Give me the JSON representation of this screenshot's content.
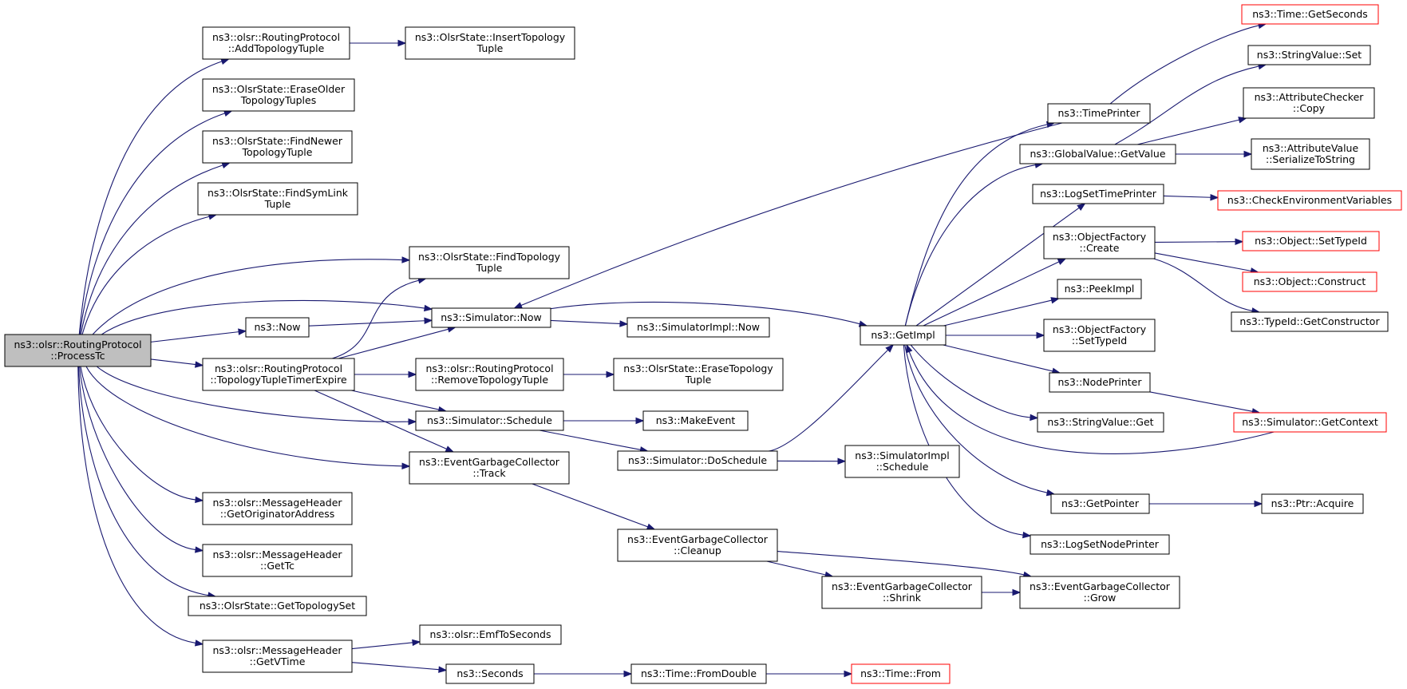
{
  "diagram": {
    "type": "call-graph",
    "colors": {
      "edge": "#191970",
      "root_fill": "#bfbfbf",
      "truncated_border": "#ff0000",
      "node_border": "#000000"
    },
    "nodes": [
      {
        "id": "processTc",
        "lines": [
          "ns3::olsr::RoutingProtocol",
          "::ProcessTc"
        ],
        "root": true
      },
      {
        "id": "addTopologyTuple",
        "lines": [
          "ns3::olsr::RoutingProtocol",
          "::AddTopologyTuple"
        ]
      },
      {
        "id": "insertTopologyTuple",
        "lines": [
          "ns3::OlsrState::InsertTopology",
          "Tuple"
        ]
      },
      {
        "id": "eraseOlderTopologyTuples",
        "lines": [
          "ns3::OlsrState::EraseOlder",
          "TopologyTuples"
        ]
      },
      {
        "id": "findNewerTopologyTuple",
        "lines": [
          "ns3::OlsrState::FindNewer",
          "TopologyTuple"
        ]
      },
      {
        "id": "findSymLinkTuple",
        "lines": [
          "ns3::OlsrState::FindSymLink",
          "Tuple"
        ]
      },
      {
        "id": "findTopologyTuple",
        "lines": [
          "ns3::OlsrState::FindTopology",
          "Tuple"
        ]
      },
      {
        "id": "now",
        "lines": [
          "ns3::Now"
        ]
      },
      {
        "id": "simulatorNow",
        "lines": [
          "ns3::Simulator::Now"
        ]
      },
      {
        "id": "simulatorImplNow",
        "lines": [
          "ns3::SimulatorImpl::Now"
        ]
      },
      {
        "id": "topologyTupleTimerExpire",
        "lines": [
          "ns3::olsr::RoutingProtocol",
          "::TopologyTupleTimerExpire"
        ]
      },
      {
        "id": "removeTopologyTuple",
        "lines": [
          "ns3::olsr::RoutingProtocol",
          "::RemoveTopologyTuple"
        ]
      },
      {
        "id": "eraseTopologyTuple",
        "lines": [
          "ns3::OlsrState::EraseTopology",
          "Tuple"
        ]
      },
      {
        "id": "simulatorSchedule",
        "lines": [
          "ns3::Simulator::Schedule"
        ]
      },
      {
        "id": "makeEvent",
        "lines": [
          "ns3::MakeEvent"
        ]
      },
      {
        "id": "doSchedule",
        "lines": [
          "ns3::Simulator::DoSchedule"
        ]
      },
      {
        "id": "simulatorImplSchedule",
        "lines": [
          "ns3::SimulatorImpl",
          "::Schedule"
        ]
      },
      {
        "id": "egcTrack",
        "lines": [
          "ns3::EventGarbageCollector",
          "::Track"
        ]
      },
      {
        "id": "egcCleanup",
        "lines": [
          "ns3::EventGarbageCollector",
          "::Cleanup"
        ]
      },
      {
        "id": "egcShrink",
        "lines": [
          "ns3::EventGarbageCollector",
          "::Shrink"
        ]
      },
      {
        "id": "egcGrow",
        "lines": [
          "ns3::EventGarbageCollector",
          "::Grow"
        ]
      },
      {
        "id": "getOriginatorAddress",
        "lines": [
          "ns3::olsr::MessageHeader",
          "::GetOriginatorAddress"
        ]
      },
      {
        "id": "getTc",
        "lines": [
          "ns3::olsr::MessageHeader",
          "::GetTc"
        ]
      },
      {
        "id": "getTopologySet",
        "lines": [
          "ns3::OlsrState::GetTopologySet"
        ]
      },
      {
        "id": "getVTime",
        "lines": [
          "ns3::olsr::MessageHeader",
          "::GetVTime"
        ]
      },
      {
        "id": "emfToSeconds",
        "lines": [
          "ns3::olsr::EmfToSeconds"
        ]
      },
      {
        "id": "seconds",
        "lines": [
          "ns3::Seconds"
        ]
      },
      {
        "id": "timeFromDouble",
        "lines": [
          "ns3::Time::FromDouble"
        ]
      },
      {
        "id": "timeFrom",
        "lines": [
          "ns3::Time::From"
        ],
        "truncated": true
      },
      {
        "id": "getImpl",
        "lines": [
          "ns3::GetImpl"
        ]
      },
      {
        "id": "timeGetSeconds",
        "lines": [
          "ns3::Time::GetSeconds"
        ],
        "truncated": true
      },
      {
        "id": "timePrinter",
        "lines": [
          "ns3::TimePrinter"
        ]
      },
      {
        "id": "stringValueSet",
        "lines": [
          "ns3::StringValue::Set"
        ]
      },
      {
        "id": "attributeCheckerCopy",
        "lines": [
          "ns3::AttributeChecker",
          "::Copy"
        ]
      },
      {
        "id": "globalValueGetValue",
        "lines": [
          "ns3::GlobalValue::GetValue"
        ]
      },
      {
        "id": "attributeValueSerialize",
        "lines": [
          "ns3::AttributeValue",
          "::SerializeToString"
        ]
      },
      {
        "id": "logSetTimePrinter",
        "lines": [
          "ns3::LogSetTimePrinter"
        ]
      },
      {
        "id": "checkEnvVars",
        "lines": [
          "ns3::CheckEnvironmentVariables"
        ],
        "truncated": true
      },
      {
        "id": "objectFactoryCreate",
        "lines": [
          "ns3::ObjectFactory",
          "::Create"
        ]
      },
      {
        "id": "objectSetTypeId",
        "lines": [
          "ns3::Object::SetTypeId"
        ],
        "truncated": true
      },
      {
        "id": "objectConstruct",
        "lines": [
          "ns3::Object::Construct"
        ],
        "truncated": true
      },
      {
        "id": "typeIdGetConstructor",
        "lines": [
          "ns3::TypeId::GetConstructor"
        ]
      },
      {
        "id": "peekImpl",
        "lines": [
          "ns3::PeekImpl"
        ]
      },
      {
        "id": "objectFactorySetTypeId",
        "lines": [
          "ns3::ObjectFactory",
          "::SetTypeId"
        ]
      },
      {
        "id": "nodePrinter",
        "lines": [
          "ns3::NodePrinter"
        ]
      },
      {
        "id": "simulatorGetContext",
        "lines": [
          "ns3::Simulator::GetContext"
        ],
        "truncated": true
      },
      {
        "id": "stringValueGet",
        "lines": [
          "ns3::StringValue::Get"
        ]
      },
      {
        "id": "getPointer",
        "lines": [
          "ns3::GetPointer"
        ]
      },
      {
        "id": "ptrAcquire",
        "lines": [
          "ns3::Ptr::Acquire"
        ]
      },
      {
        "id": "logSetNodePrinter",
        "lines": [
          "ns3::LogSetNodePrinter"
        ]
      }
    ],
    "edges": [
      {
        "from": "processTc",
        "to": "addTopologyTuple"
      },
      {
        "from": "processTc",
        "to": "eraseOlderTopologyTuples"
      },
      {
        "from": "processTc",
        "to": "findNewerTopologyTuple"
      },
      {
        "from": "processTc",
        "to": "findSymLinkTuple"
      },
      {
        "from": "processTc",
        "to": "findTopologyTuple"
      },
      {
        "from": "processTc",
        "to": "simulatorNow"
      },
      {
        "from": "processTc",
        "to": "now"
      },
      {
        "from": "processTc",
        "to": "topologyTupleTimerExpire"
      },
      {
        "from": "processTc",
        "to": "simulatorSchedule"
      },
      {
        "from": "processTc",
        "to": "egcTrack"
      },
      {
        "from": "processTc",
        "to": "getOriginatorAddress"
      },
      {
        "from": "processTc",
        "to": "getTc"
      },
      {
        "from": "processTc",
        "to": "getTopologySet"
      },
      {
        "from": "processTc",
        "to": "getVTime"
      },
      {
        "from": "addTopologyTuple",
        "to": "insertTopologyTuple"
      },
      {
        "from": "now",
        "to": "simulatorNow"
      },
      {
        "from": "simulatorNow",
        "to": "simulatorImplNow"
      },
      {
        "from": "simulatorNow",
        "to": "getImpl"
      },
      {
        "from": "topologyTupleTimerExpire",
        "to": "findTopologyTuple"
      },
      {
        "from": "topologyTupleTimerExpire",
        "to": "simulatorNow"
      },
      {
        "from": "topologyTupleTimerExpire",
        "to": "removeTopologyTuple"
      },
      {
        "from": "topologyTupleTimerExpire",
        "to": "simulatorSchedule"
      },
      {
        "from": "topologyTupleTimerExpire",
        "to": "egcTrack"
      },
      {
        "from": "removeTopologyTuple",
        "to": "eraseTopologyTuple"
      },
      {
        "from": "simulatorSchedule",
        "to": "makeEvent"
      },
      {
        "from": "simulatorSchedule",
        "to": "doSchedule"
      },
      {
        "from": "doSchedule",
        "to": "simulatorImplSchedule"
      },
      {
        "from": "doSchedule",
        "to": "getImpl"
      },
      {
        "from": "egcTrack",
        "to": "egcCleanup"
      },
      {
        "from": "egcCleanup",
        "to": "egcShrink"
      },
      {
        "from": "egcCleanup",
        "to": "egcGrow"
      },
      {
        "from": "egcShrink",
        "to": "egcGrow"
      },
      {
        "from": "getVTime",
        "to": "emfToSeconds"
      },
      {
        "from": "getVTime",
        "to": "seconds"
      },
      {
        "from": "seconds",
        "to": "timeFromDouble"
      },
      {
        "from": "timeFromDouble",
        "to": "timeFrom"
      },
      {
        "from": "getImpl",
        "to": "timePrinter"
      },
      {
        "from": "getImpl",
        "to": "globalValueGetValue"
      },
      {
        "from": "getImpl",
        "to": "logSetTimePrinter"
      },
      {
        "from": "getImpl",
        "to": "objectFactoryCreate"
      },
      {
        "from": "getImpl",
        "to": "peekImpl"
      },
      {
        "from": "getImpl",
        "to": "objectFactorySetTypeId"
      },
      {
        "from": "getImpl",
        "to": "nodePrinter"
      },
      {
        "from": "getImpl",
        "to": "stringValueGet"
      },
      {
        "from": "getImpl",
        "to": "getPointer"
      },
      {
        "from": "getImpl",
        "to": "logSetNodePrinter"
      },
      {
        "from": "timePrinter",
        "to": "timeGetSeconds"
      },
      {
        "from": "timePrinter",
        "to": "simulatorNow"
      },
      {
        "from": "globalValueGetValue",
        "to": "stringValueSet"
      },
      {
        "from": "globalValueGetValue",
        "to": "attributeCheckerCopy"
      },
      {
        "from": "globalValueGetValue",
        "to": "attributeValueSerialize"
      },
      {
        "from": "logSetTimePrinter",
        "to": "checkEnvVars"
      },
      {
        "from": "objectFactoryCreate",
        "to": "objectSetTypeId"
      },
      {
        "from": "objectFactoryCreate",
        "to": "objectConstruct"
      },
      {
        "from": "objectFactoryCreate",
        "to": "typeIdGetConstructor"
      },
      {
        "from": "nodePrinter",
        "to": "simulatorGetContext"
      },
      {
        "from": "simulatorGetContext",
        "to": "getImpl"
      },
      {
        "from": "getPointer",
        "to": "ptrAcquire"
      }
    ]
  }
}
